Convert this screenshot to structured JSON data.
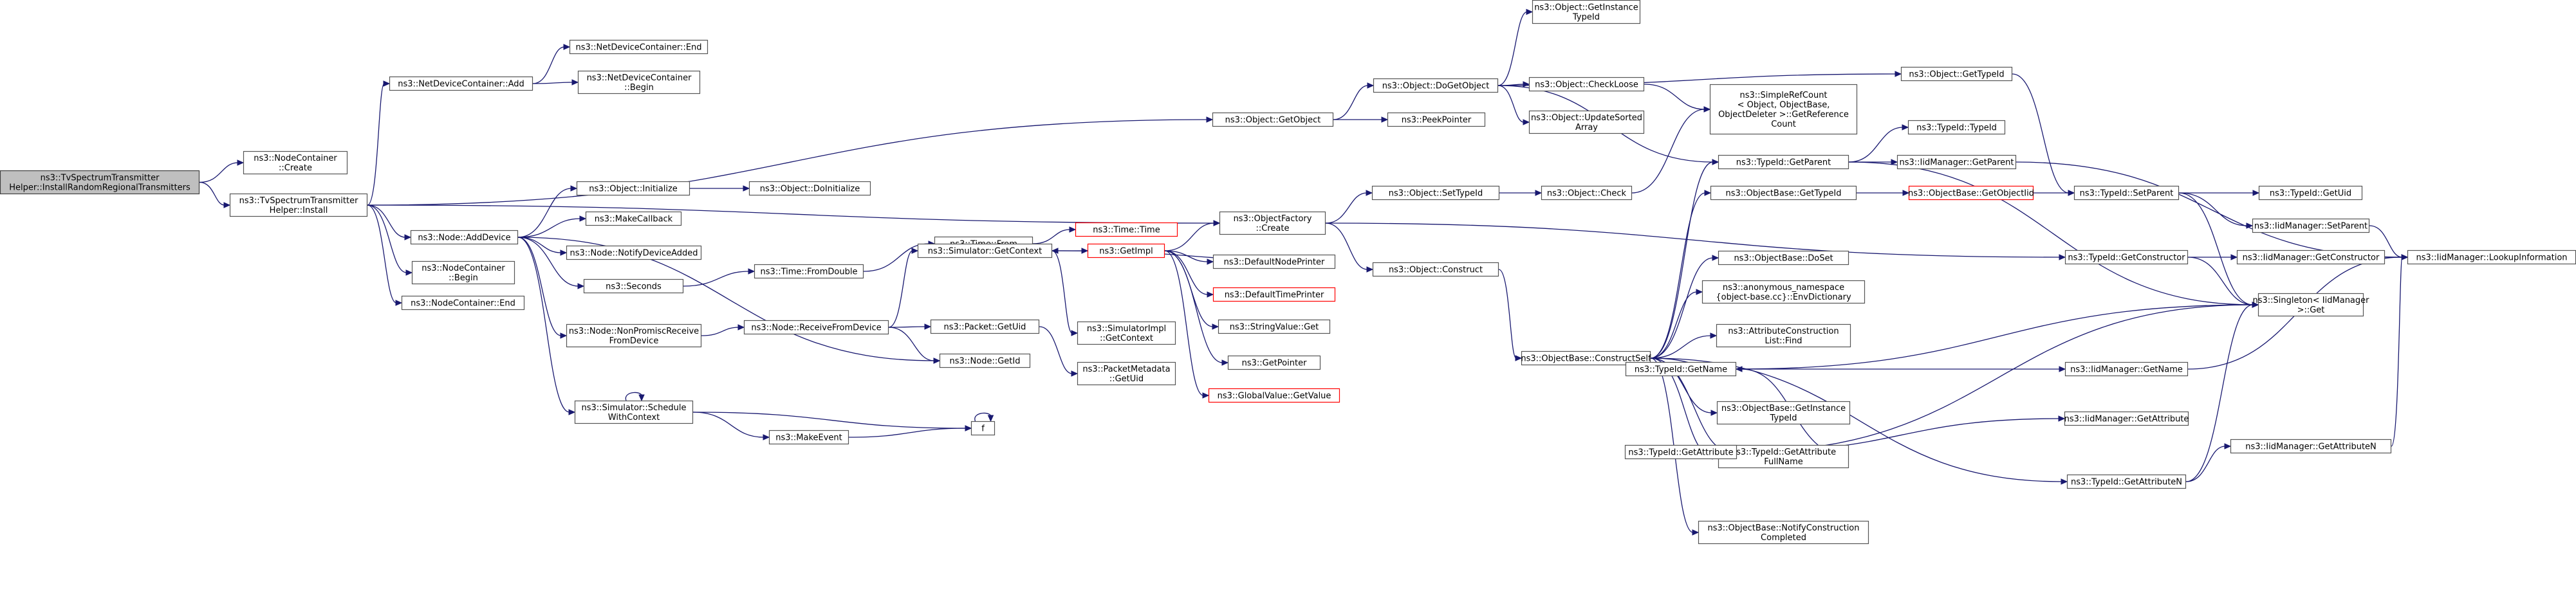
{
  "nodes": [
    {
      "id": "root",
      "lines": [
        "ns3::TvSpectrumTransmitter",
        "Helper::InstallRandomRegionalTransmitters"
      ],
      "root": true
    },
    {
      "id": "nc_create",
      "lines": [
        "ns3::NodeContainer",
        "::Create"
      ]
    },
    {
      "id": "tvst_install",
      "lines": [
        "ns3::TvSpectrumTransmitter",
        "Helper::Install"
      ]
    },
    {
      "id": "ndc_add",
      "lines": [
        "ns3::NetDeviceContainer::Add"
      ]
    },
    {
      "id": "ndc_end",
      "lines": [
        "ns3::NetDeviceContainer::End"
      ]
    },
    {
      "id": "ndc_begin",
      "lines": [
        "ns3::NetDeviceContainer",
        "::Begin"
      ]
    },
    {
      "id": "node_adddevice",
      "lines": [
        "ns3::Node::AddDevice"
      ]
    },
    {
      "id": "nc_begin",
      "lines": [
        "ns3::NodeContainer",
        "::Begin"
      ]
    },
    {
      "id": "nc_end",
      "lines": [
        "ns3::NodeContainer::End"
      ]
    },
    {
      "id": "obj_initialize",
      "lines": [
        "ns3::Object::Initialize"
      ]
    },
    {
      "id": "obj_doinitialize",
      "lines": [
        "ns3::Object::DoInitialize"
      ]
    },
    {
      "id": "makecallback",
      "lines": [
        "ns3::MakeCallback"
      ]
    },
    {
      "id": "notifydeviceadded",
      "lines": [
        "ns3::Node::NotifyDeviceAdded"
      ]
    },
    {
      "id": "seconds",
      "lines": [
        "ns3::Seconds"
      ]
    },
    {
      "id": "time_fromdouble",
      "lines": [
        "ns3::Time::FromDouble"
      ]
    },
    {
      "id": "time_from",
      "lines": [
        "ns3::Time::From"
      ]
    },
    {
      "id": "time_time",
      "lines": [
        "ns3::Time::Time"
      ],
      "trunc": true
    },
    {
      "id": "nonpromisc",
      "lines": [
        "ns3::Node::NonPromiscReceive",
        "FromDevice"
      ]
    },
    {
      "id": "receivefromdevice",
      "lines": [
        "ns3::Node::ReceiveFromDevice"
      ]
    },
    {
      "id": "sim_getcontext",
      "lines": [
        "ns3::Simulator::GetContext"
      ]
    },
    {
      "id": "packet_getuid",
      "lines": [
        "ns3::Packet::GetUid"
      ]
    },
    {
      "id": "node_getid",
      "lines": [
        "ns3::Node::GetId"
      ]
    },
    {
      "id": "packetmetadata",
      "lines": [
        "ns3::PacketMetadata",
        "::GetUid"
      ]
    },
    {
      "id": "simimpl_getcontext",
      "lines": [
        "ns3::SimulatorImpl",
        "::GetContext"
      ]
    },
    {
      "id": "getimpl",
      "lines": [
        "ns3::GetImpl"
      ],
      "trunc": true
    },
    {
      "id": "defaultnodeprinter",
      "lines": [
        "ns3::DefaultNodePrinter"
      ]
    },
    {
      "id": "defaulttimeprinter",
      "lines": [
        "ns3::DefaultTimePrinter"
      ],
      "trunc": true
    },
    {
      "id": "stringvalue_get",
      "lines": [
        "ns3::StringValue::Get"
      ]
    },
    {
      "id": "getpointer",
      "lines": [
        "ns3::GetPointer"
      ]
    },
    {
      "id": "globalvalue_getvalue",
      "lines": [
        "ns3::GlobalValue::GetValue"
      ],
      "trunc": true
    },
    {
      "id": "schedulewithcontext",
      "lines": [
        "ns3::Simulator::Schedule",
        "WithContext"
      ]
    },
    {
      "id": "makeevent",
      "lines": [
        "ns3::MakeEvent"
      ]
    },
    {
      "id": "f",
      "lines": [
        "f"
      ]
    },
    {
      "id": "obj_getobject",
      "lines": [
        "ns3::Object::GetObject"
      ]
    },
    {
      "id": "obj_dogetobject",
      "lines": [
        "ns3::Object::DoGetObject"
      ]
    },
    {
      "id": "peekpointer",
      "lines": [
        "ns3::PeekPointer"
      ]
    },
    {
      "id": "getinstancetypeid",
      "lines": [
        "ns3::Object::GetInstance",
        "TypeId"
      ]
    },
    {
      "id": "checkloose",
      "lines": [
        "ns3::Object::CheckLoose"
      ]
    },
    {
      "id": "updatesortedarray",
      "lines": [
        "ns3::Object::UpdateSorted",
        "Array"
      ]
    },
    {
      "id": "obj_gettypeid",
      "lines": [
        "ns3::Object::GetTypeId"
      ]
    },
    {
      "id": "simplerefcount",
      "lines": [
        "ns3::SimpleRefCount",
        "< Object, ObjectBase,",
        "ObjectDeleter >::GetReference",
        "Count"
      ]
    },
    {
      "id": "objectfactory_create",
      "lines": [
        "ns3::ObjectFactory",
        "::Create"
      ]
    },
    {
      "id": "obj_settypeid",
      "lines": [
        "ns3::Object::SetTypeId"
      ]
    },
    {
      "id": "obj_check",
      "lines": [
        "ns3::Object::Check"
      ]
    },
    {
      "id": "obj_construct",
      "lines": [
        "ns3::Object::Construct"
      ]
    },
    {
      "id": "constructself",
      "lines": [
        "ns3::ObjectBase::ConstructSelf"
      ]
    },
    {
      "id": "typeid_getparent",
      "lines": [
        "ns3::TypeId::GetParent"
      ]
    },
    {
      "id": "typeid_typeid",
      "lines": [
        "ns3::TypeId::TypeId"
      ]
    },
    {
      "id": "iidm_getparent",
      "lines": [
        "ns3::IidManager::GetParent"
      ]
    },
    {
      "id": "objbase_gettypeid",
      "lines": [
        "ns3::ObjectBase::GetTypeId"
      ]
    },
    {
      "id": "getobjectiid",
      "lines": [
        "ns3::ObjectBase::GetObjectIid"
      ],
      "trunc": true
    },
    {
      "id": "typeid_setparent",
      "lines": [
        "ns3::TypeId::SetParent"
      ]
    },
    {
      "id": "typeid_getuid",
      "lines": [
        "ns3::TypeId::GetUid"
      ]
    },
    {
      "id": "iidm_setparent",
      "lines": [
        "ns3::IidManager::SetParent"
      ]
    },
    {
      "id": "iidm_lookupinfo",
      "lines": [
        "ns3::IidManager::LookupInformation"
      ]
    },
    {
      "id": "objbase_doset",
      "lines": [
        "ns3::ObjectBase::DoSet"
      ]
    },
    {
      "id": "envdictionary",
      "lines": [
        "ns3::anonymous_namespace",
        "{object-base.cc}::EnvDictionary"
      ]
    },
    {
      "id": "attrconstr_find",
      "lines": [
        "ns3::AttributeConstruction",
        "List::Find"
      ]
    },
    {
      "id": "typeid_getconstructor",
      "lines": [
        "ns3::TypeId::GetConstructor"
      ]
    },
    {
      "id": "iidm_getconstructor",
      "lines": [
        "ns3::IidManager::GetConstructor"
      ]
    },
    {
      "id": "singleton_get",
      "lines": [
        "ns3::Singleton< IidManager",
        ">::Get"
      ]
    },
    {
      "id": "typeid_getname",
      "lines": [
        "ns3::TypeId::GetName"
      ]
    },
    {
      "id": "iidm_getname",
      "lines": [
        "ns3::IidManager::GetName"
      ]
    },
    {
      "id": "objbase_getinstancetypeid",
      "lines": [
        "ns3::ObjectBase::GetInstance",
        "TypeId"
      ]
    },
    {
      "id": "typeid_getattrfullname",
      "lines": [
        "ns3::TypeId::GetAttribute",
        "FullName"
      ]
    },
    {
      "id": "typeid_getattribute",
      "lines": [
        "ns3::TypeId::GetAttribute"
      ]
    },
    {
      "id": "iidm_getattribute",
      "lines": [
        "ns3::IidManager::GetAttribute"
      ]
    },
    {
      "id": "typeid_getattributen",
      "lines": [
        "ns3::TypeId::GetAttributeN"
      ]
    },
    {
      "id": "iidm_getattributen",
      "lines": [
        "ns3::IidManager::GetAttributeN"
      ]
    },
    {
      "id": "notifyconstructioncompleted",
      "lines": [
        "ns3::ObjectBase::NotifyConstruction",
        "Completed"
      ]
    }
  ]
}
